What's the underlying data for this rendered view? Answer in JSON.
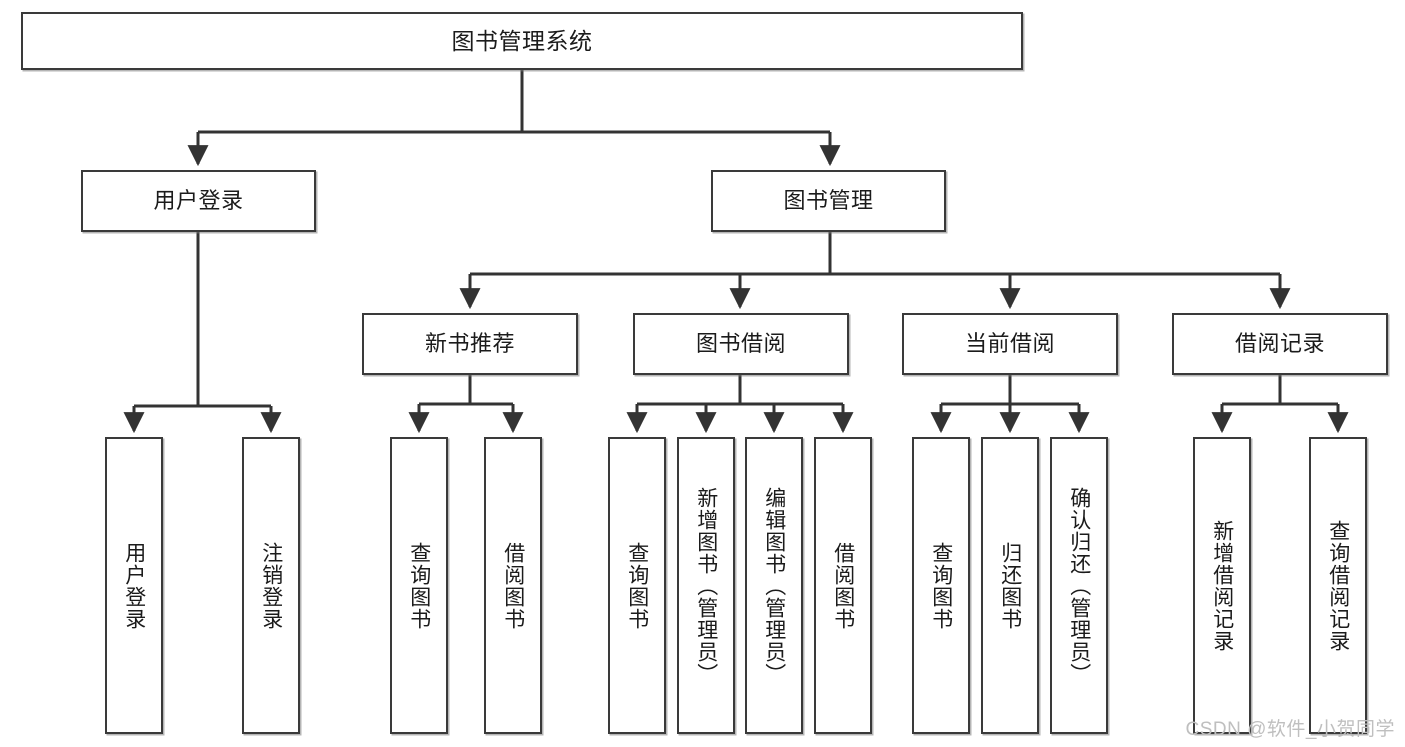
{
  "diagram": {
    "type": "tree",
    "title": "图书管理系统",
    "watermark": "CSDN @软件_小贺同学",
    "style": {
      "background": "#ffffff",
      "node_border": "#3a3a3a",
      "node_fill": "#ffffff",
      "edge_color": "#333333",
      "text_color": "#1b1b1b",
      "watermark_color": "#bfbfbf"
    },
    "levels": {
      "root": "图书管理系统",
      "level1": [
        "用户登录",
        "图书管理"
      ],
      "level2": [
        "新书推荐",
        "图书借阅",
        "当前借阅",
        "借阅记录"
      ],
      "level3_groups": [
        {
          "parent": "用户登录",
          "children": [
            "用户登录",
            "注销登录"
          ]
        },
        {
          "parent": "新书推荐",
          "children": [
            "查询图书",
            "借阅图书"
          ]
        },
        {
          "parent": "图书借阅",
          "children": [
            "查询图书",
            "新增图书（管理员）",
            "编辑图书（管理员）",
            "借阅图书"
          ]
        },
        {
          "parent": "当前借阅",
          "children": [
            "查询图书",
            "归还图书",
            "确认归还（管理员）"
          ]
        },
        {
          "parent": "借阅记录",
          "children": [
            "新增借阅记录",
            "查询借阅记录"
          ]
        }
      ]
    },
    "nodes": {
      "root": {
        "label": "图书管理系统"
      },
      "user_login": {
        "label": "用户登录"
      },
      "book_manage": {
        "label": "图书管理"
      },
      "new_book_rec": {
        "label": "新书推荐"
      },
      "book_borrow": {
        "label": "图书借阅"
      },
      "current_borrow": {
        "label": "当前借阅"
      },
      "borrow_record": {
        "label": "借阅记录"
      },
      "leaf_user_login": {
        "label": "用户登录"
      },
      "leaf_logout": {
        "label": "注销登录"
      },
      "leaf_query_book_1": {
        "label": "查询图书"
      },
      "leaf_borrow_book_1": {
        "label": "借阅图书"
      },
      "leaf_query_book_2": {
        "label": "查询图书"
      },
      "leaf_add_book": {
        "label": "新增图书（管理员）"
      },
      "leaf_edit_book": {
        "label": "编辑图书（管理员）"
      },
      "leaf_borrow_book_2": {
        "label": "借阅图书"
      },
      "leaf_query_book_3": {
        "label": "查询图书"
      },
      "leaf_return_book": {
        "label": "归还图书"
      },
      "leaf_confirm_return": {
        "label": "确认归还（管理员）"
      },
      "leaf_add_record": {
        "label": "新增借阅记录"
      },
      "leaf_query_record": {
        "label": "查询借阅记录"
      }
    }
  }
}
